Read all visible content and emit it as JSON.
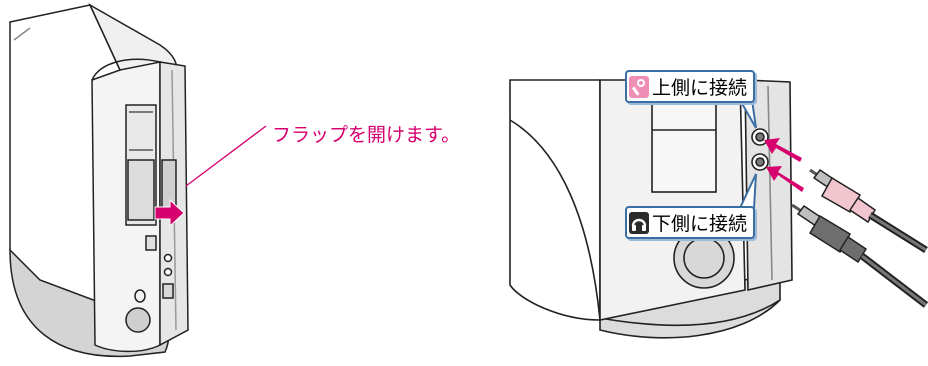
{
  "callout": {
    "text": "フラップを開けます。"
  },
  "labels": {
    "top": {
      "text": "上側に接続",
      "icon": "microphone-icon"
    },
    "bottom": {
      "text": "下側に接続",
      "icon": "headphone-icon"
    }
  },
  "colors": {
    "accent_magenta": "#d6006e",
    "label_border": "#3a6ea5",
    "mic_plug_pink": "#f2c6cf",
    "headphone_plug_gray": "#6e6e6e",
    "icon_pink": "#f08fb5"
  }
}
